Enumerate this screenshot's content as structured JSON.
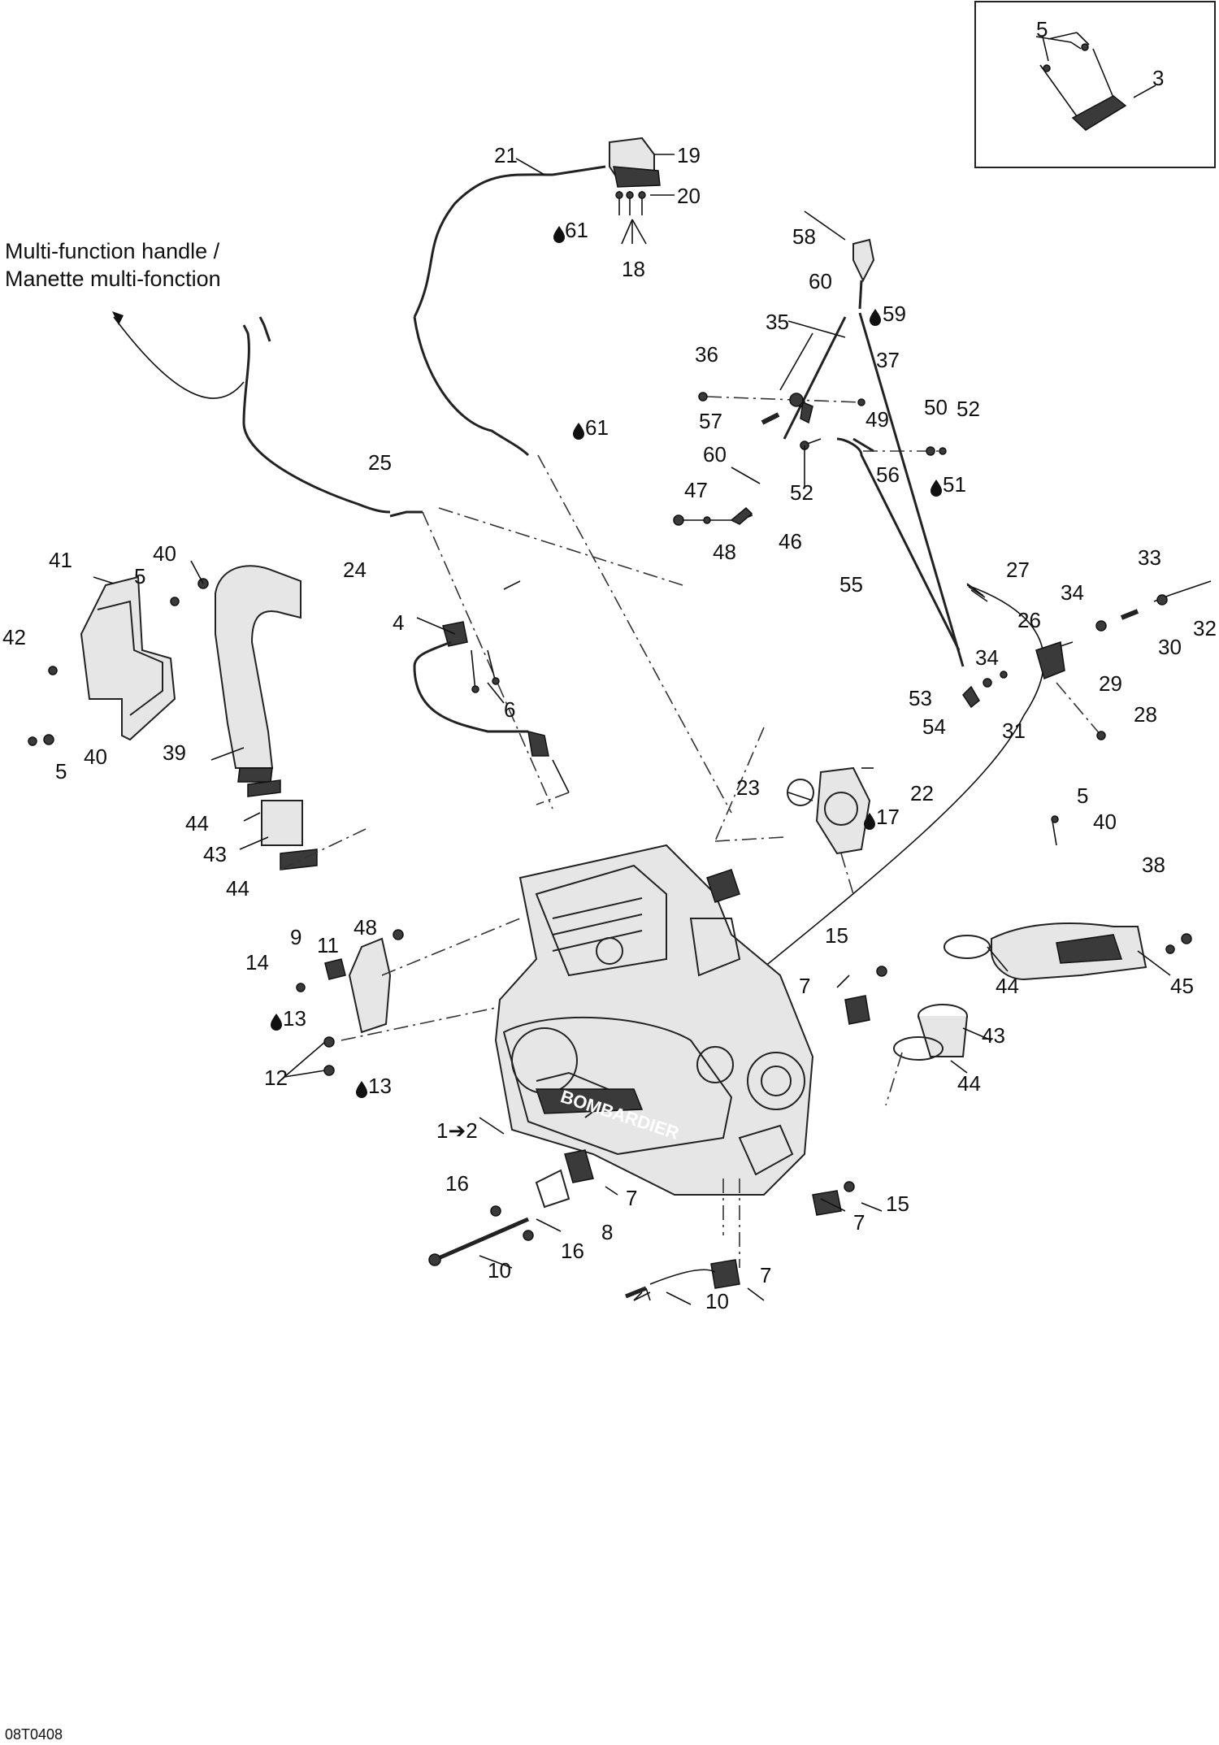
{
  "caption": {
    "line1": "Multi-function handle /",
    "line2": "Manette multi-fonction"
  },
  "figure_code": "08T0408",
  "callouts": {
    "n1_2": "1➔2",
    "n3": "3",
    "n4": "4",
    "n5": "5",
    "n6": "6",
    "n7": "7",
    "n8": "8",
    "n9": "9",
    "n10": "10",
    "n11": "11",
    "n12": "12",
    "n13": "13",
    "n14": "14",
    "n15": "15",
    "n16": "16",
    "n17": "17",
    "n18": "18",
    "n19": "19",
    "n20": "20",
    "n21": "21",
    "n22": "22",
    "n23": "23",
    "n24": "24",
    "n25": "25",
    "n26": "26",
    "n27": "27",
    "n28": "28",
    "n29": "29",
    "n30": "30",
    "n31": "31",
    "n32": "32",
    "n33": "33",
    "n34": "34",
    "n35": "35",
    "n36": "36",
    "n37": "37",
    "n38": "38",
    "n39": "39",
    "n40": "40",
    "n41": "41",
    "n42": "42",
    "n43": "43",
    "n44": "44",
    "n45": "45",
    "n46": "46",
    "n47": "47",
    "n48": "48",
    "n49": "49",
    "n50": "50",
    "n51": "51",
    "n52": "52",
    "n53": "53",
    "n54": "54",
    "n55": "55",
    "n56": "56",
    "n57": "57",
    "n58": "58",
    "n59": "59",
    "n60": "60",
    "n61": "61"
  },
  "icons": {
    "lubricant": "oil-drop-icon"
  },
  "brand_text": "BOMBARDIER"
}
